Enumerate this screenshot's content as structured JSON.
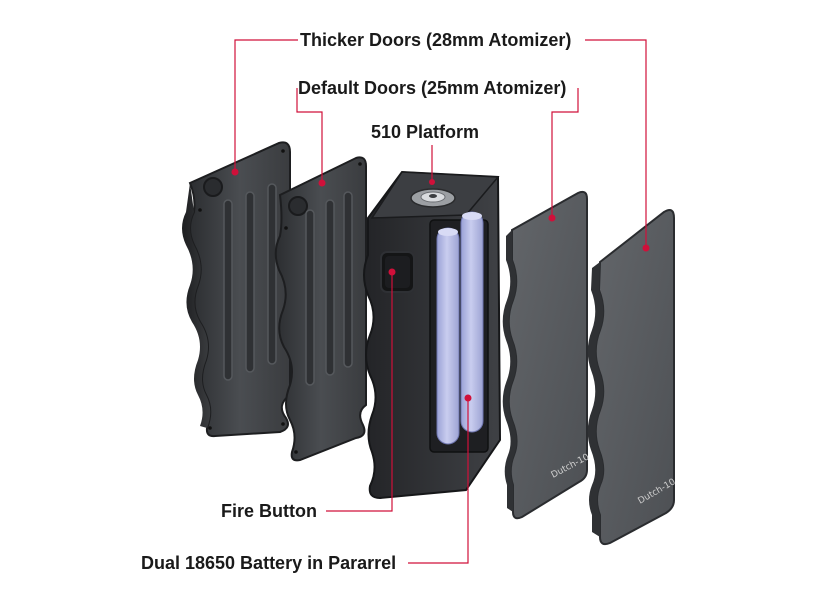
{
  "labels": {
    "thicker_doors": "Thicker Doors (28mm Atomizer)",
    "default_doors": "Default Doors (25mm Atomizer)",
    "platform": "510 Platform",
    "fire_button": "Fire Button",
    "battery": "Dual 18650 Battery in Pararrel"
  },
  "door_brand_text": "Dutch-10",
  "colors": {
    "callout_line": "#d0103a",
    "callout_dot": "#d0103a",
    "panel_dark": "#3a3c3f",
    "panel_mid": "#55585c",
    "battery": "#b9bfe6",
    "label_text": "#1a1a1a"
  }
}
